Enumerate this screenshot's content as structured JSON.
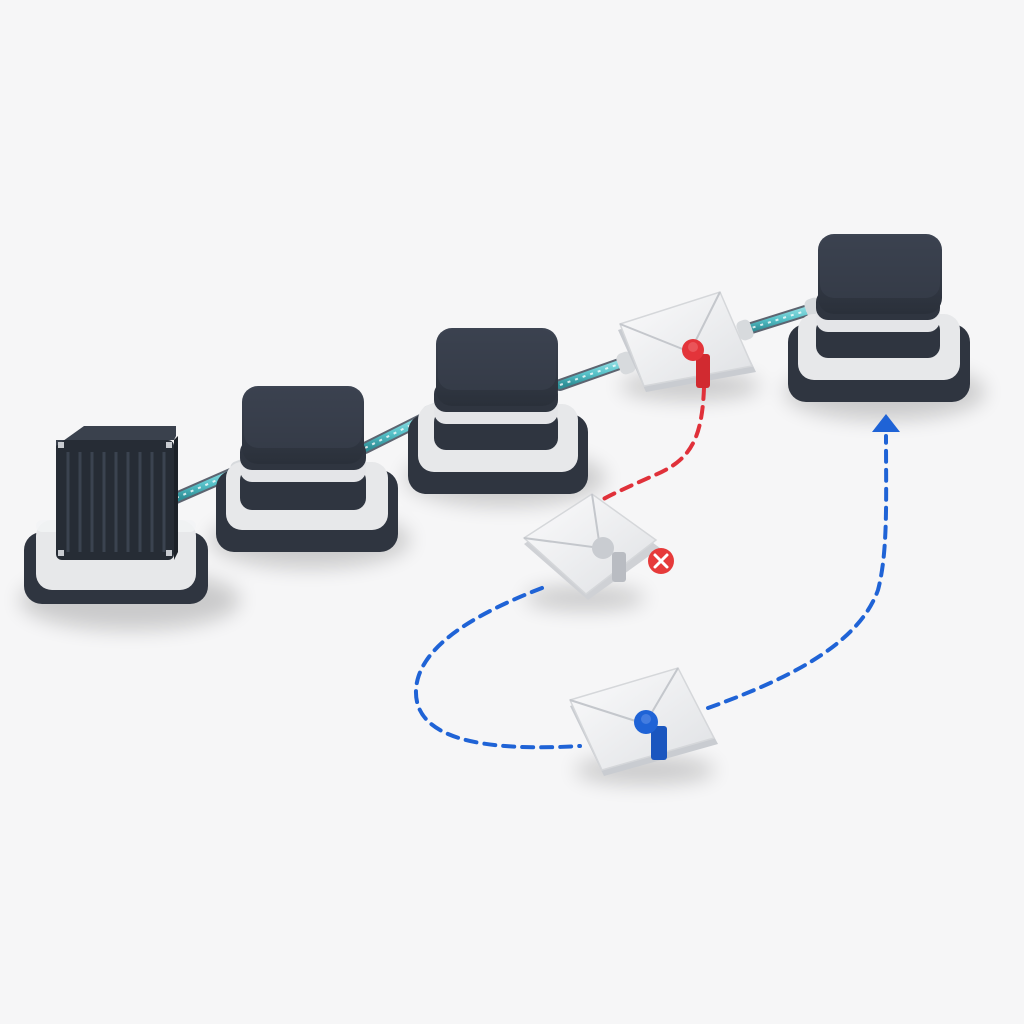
{
  "colors": {
    "background": "#f6f6f7",
    "node_dark": "#2f3540",
    "node_top": "#39404c",
    "platform_light": "#e7e8ea",
    "pipe_teal": "#57c2c9",
    "seal_red": "#e3343a",
    "seal_blue": "#1f63d6",
    "seal_gray": "#c9ccd1",
    "error_badge": "#e63a3a",
    "path_red": "#e0313a",
    "path_blue": "#1f63d6"
  },
  "diagram": {
    "nodes": [
      {
        "id": "container-node",
        "icon": "shipping-container-icon",
        "type": "container"
      },
      {
        "id": "stack-node-2",
        "icon": "layer-stack-icon",
        "type": "stack"
      },
      {
        "id": "stack-node-3",
        "icon": "layer-stack-icon",
        "type": "stack"
      },
      {
        "id": "stack-node-4",
        "icon": "layer-stack-icon",
        "type": "stack"
      }
    ],
    "pipes": [
      {
        "from": "container-node",
        "to": "stack-node-2"
      },
      {
        "from": "stack-node-2",
        "to": "stack-node-3"
      },
      {
        "from": "stack-node-3",
        "to": "envelope-red"
      },
      {
        "from": "envelope-red",
        "to": "stack-node-4"
      }
    ],
    "messages": [
      {
        "id": "envelope-red",
        "icon": "envelope-icon",
        "seal": "red",
        "state": "in-pipeline"
      },
      {
        "id": "envelope-gray",
        "icon": "envelope-icon",
        "seal": "gray",
        "state": "failed",
        "badge": "x-icon"
      },
      {
        "id": "envelope-blue",
        "icon": "envelope-icon",
        "seal": "blue",
        "state": "retried"
      }
    ],
    "paths": [
      {
        "id": "red-path",
        "style": "dashed",
        "color": "red",
        "from": "envelope-red",
        "to": "envelope-gray"
      },
      {
        "id": "blue-path",
        "style": "dashed",
        "color": "blue",
        "from": "envelope-gray",
        "to": "stack-node-4",
        "via": "envelope-blue",
        "arrow": "up-arrow-icon"
      }
    ]
  }
}
